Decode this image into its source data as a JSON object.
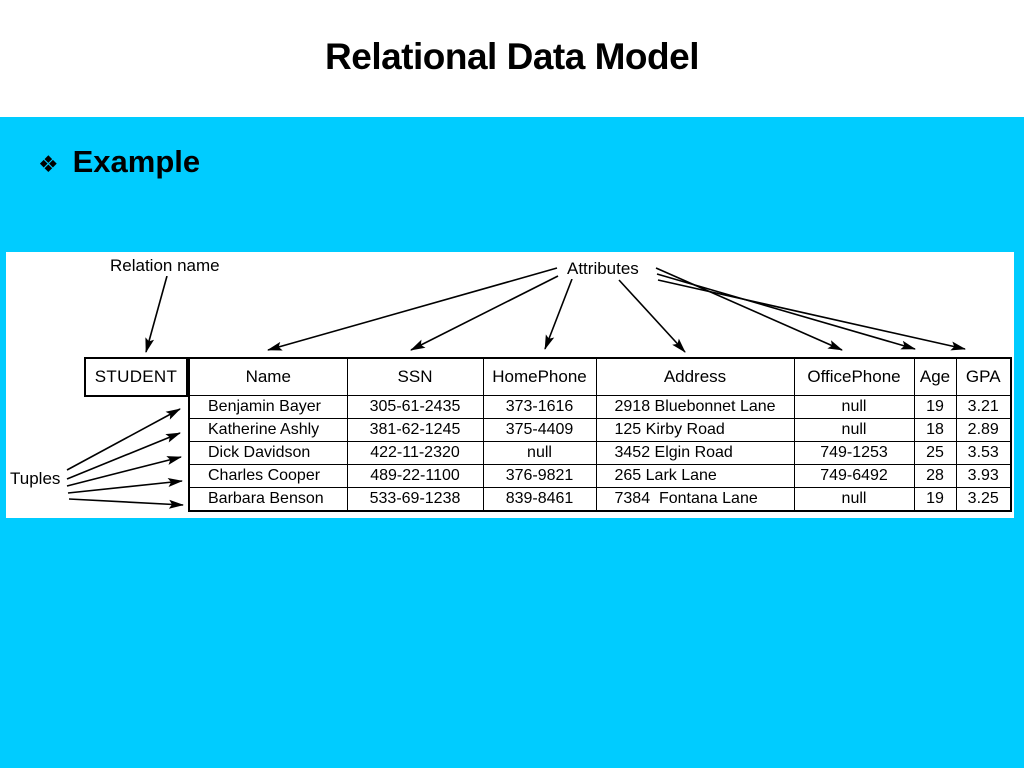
{
  "slide": {
    "title": "Relational Data Model",
    "bullet_glyph": "❖",
    "bullet_text": "Example"
  },
  "figure": {
    "labels": {
      "relation_name": "Relation name",
      "attributes": "Attributes",
      "tuples": "Tuples"
    },
    "relation_label": "STUDENT",
    "table": {
      "headers": [
        "Name",
        "SSN",
        "HomePhone",
        "Address",
        "OfficePhone",
        "Age",
        "GPA"
      ],
      "rows": [
        [
          "Benjamin Bayer",
          "305-61-2435",
          "373-1616",
          "2918 Bluebonnet Lane",
          "null",
          "19",
          "3.21"
        ],
        [
          "Katherine Ashly",
          "381-62-1245",
          "375-4409",
          "125 Kirby Road",
          "null",
          "18",
          "2.89"
        ],
        [
          "Dick Davidson",
          "422-11-2320",
          "null",
          "3452 Elgin Road",
          "749-1253",
          "25",
          "3.53"
        ],
        [
          "Charles Cooper",
          "489-22-1100",
          "376-9821",
          "265 Lark Lane",
          "749-6492",
          "28",
          "3.93"
        ],
        [
          "Barbara Benson",
          "533-69-1238",
          "839-8461",
          "7384  Fontana Lane",
          "null",
          "19",
          "3.25"
        ]
      ]
    }
  },
  "colors": {
    "background": "#00CCFF",
    "panel": "#FFFFFF",
    "ink": "#000000"
  }
}
